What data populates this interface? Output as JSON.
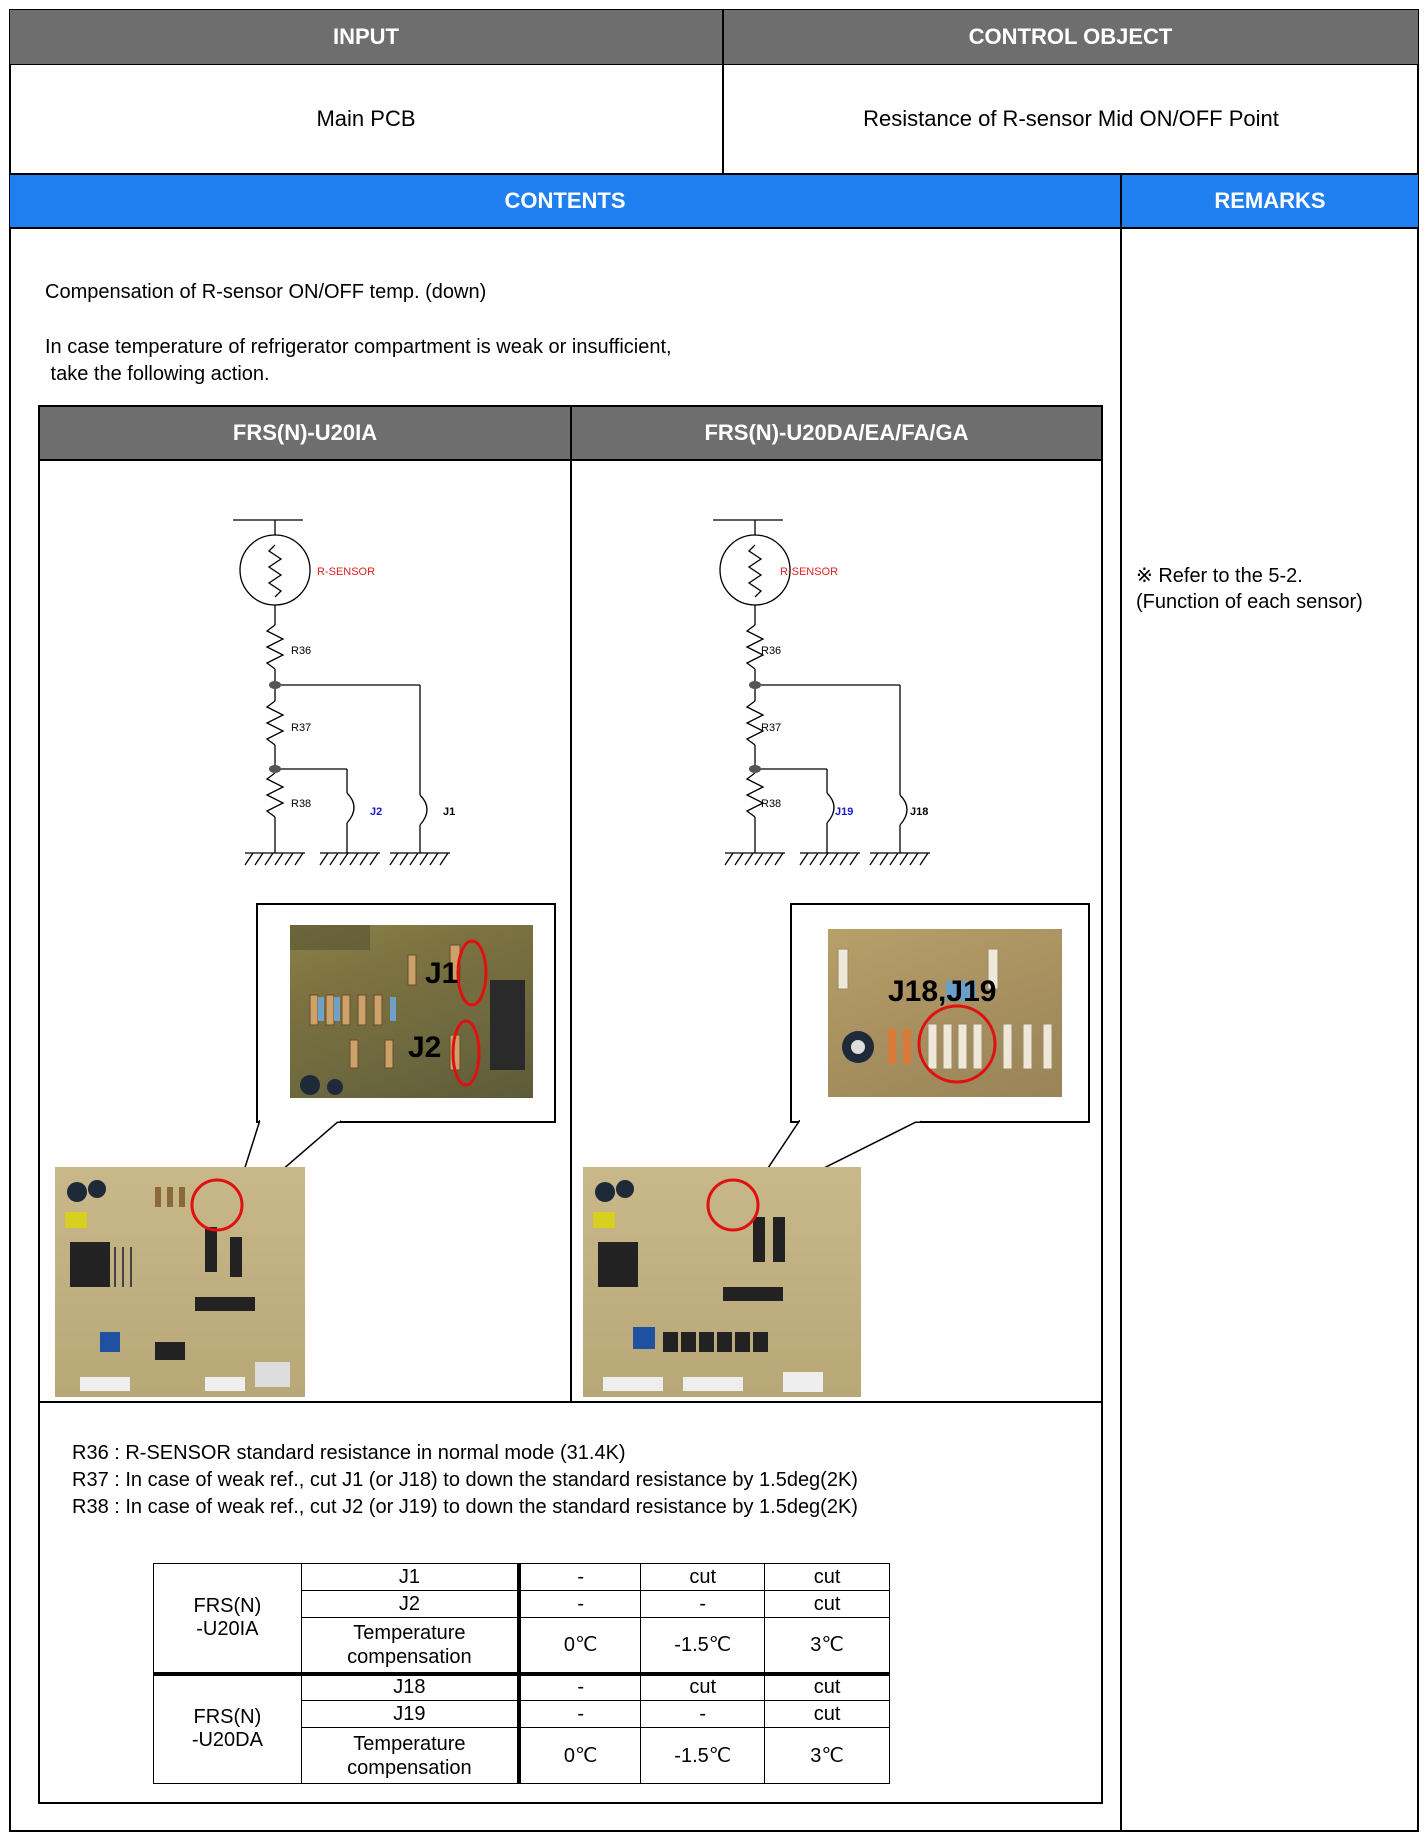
{
  "header": {
    "input_label": "INPUT",
    "control_object_label": "CONTROL OBJECT",
    "input_value": "Main PCB",
    "control_object_value": "Resistance of R-sensor Mid ON/OFF Point",
    "contents_label": "CONTENTS",
    "remarks_label": "REMARKS"
  },
  "contents": {
    "title": "Compensation of R-sensor ON/OFF temp. (down)",
    "intro_line1": "In case temperature of refrigerator compartment is weak or insufficient,",
    "intro_line2": " take the following action.",
    "model_left": "FRS(N)-U20IA",
    "model_right": "FRS(N)-U20DA/EA/FA/GA",
    "left_circuit": {
      "sensor": "R-SENSOR",
      "r1": "R36",
      "r2": "R37",
      "r3": "R38",
      "jumper_a": "J2",
      "jumper_b": "J1"
    },
    "right_circuit": {
      "sensor": "R-SENSOR",
      "r1": "R36",
      "r2": "R37",
      "r3": "R38",
      "jumper_a": "J19",
      "jumper_b": "J18"
    },
    "left_photo_labels": {
      "top": "J1",
      "bottom": "J2"
    },
    "right_photo_label": "J18,J19",
    "notes": [
      "R36 : R-SENSOR standard resistance in normal mode (31.4K)",
      "R37 : In case of weak ref., cut J1 (or J18) to down the standard resistance by 1.5deg(2K)",
      "R38 : In case of weak ref., cut J2 (or J19) to down the standard resistance by 1.5deg(2K)"
    ]
  },
  "remarks": {
    "line1": "※ Refer to the 5-2.",
    "line2": "(Function of each sensor)"
  },
  "table": {
    "groups": [
      {
        "model_line1": "FRS(N)",
        "model_line2": "-U20IA",
        "rows": [
          {
            "label": "J1",
            "c1": "-",
            "c2": "cut",
            "c3": "cut"
          },
          {
            "label": "J2",
            "c1": "-",
            "c2": "-",
            "c3": "cut"
          },
          {
            "label_line1": "Temperature",
            "label_line2": "compensation",
            "c1": "0℃",
            "c2": "-1.5℃",
            "c3": "3℃"
          }
        ]
      },
      {
        "model_line1": "FRS(N)",
        "model_line2": "-U20DA",
        "rows": [
          {
            "label": "J18",
            "c1": "-",
            "c2": "cut",
            "c3": "cut"
          },
          {
            "label": "J19",
            "c1": "-",
            "c2": "-",
            "c3": "cut"
          },
          {
            "label_line1": "Temperature",
            "label_line2": "compensation",
            "c1": "0℃",
            "c2": "-1.5℃",
            "c3": "3℃"
          }
        ]
      }
    ]
  },
  "colors": {
    "header_gray": "#6e6e6e",
    "header_blue": "#1f7ff0",
    "sensor_red": "#e02020",
    "jumper_blue": "#1a1ad0",
    "highlight_red": "#e01010"
  }
}
